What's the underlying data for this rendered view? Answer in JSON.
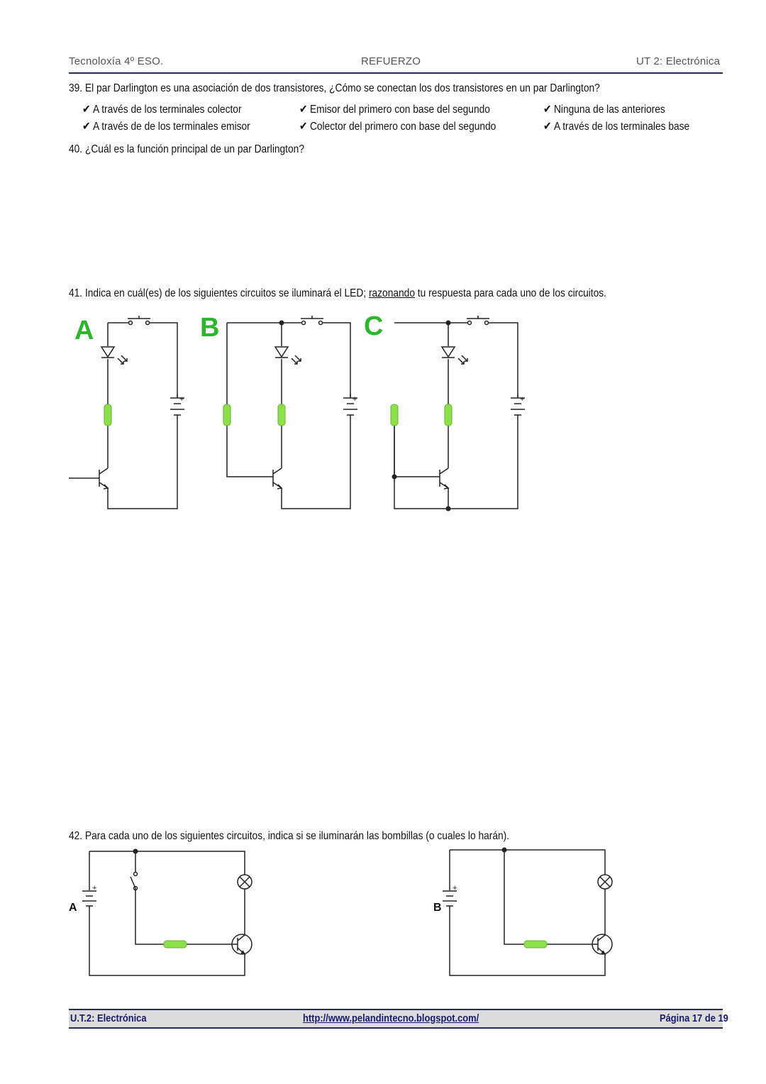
{
  "header": {
    "left": "Tecnoloxía 4º ESO.",
    "center": "REFUERZO",
    "right": "UT 2: Electrónica"
  },
  "q39": {
    "text": "39.  El par Darlington es una asociación de dos transistores, ¿Cómo se conectan los dos transistores en un par Darlington?",
    "check": "✔",
    "options": [
      "A través de los terminales colector",
      "Emisor del primero con base del segundo",
      "Ninguna de las anteriores",
      "A través de de los terminales emisor",
      "Colector del primero con base del segundo",
      "A través de los terminales base"
    ]
  },
  "q40": {
    "text": "40.  ¿Cuál es la función principal de un par Darlington?"
  },
  "q41": {
    "prefix": "41.  Indica en cuál(es) de los siguientes circuitos se iluminará el LED; ",
    "underlined": "razonando",
    "suffix": " tu respuesta para cada uno de los circuitos.",
    "labels": [
      "A",
      "B",
      "C"
    ]
  },
  "q42": {
    "text": "42.  Para cada uno de los siguientes circuitos, indica si se iluminarán las bombillas (o cuales lo harán).",
    "labels": [
      "A",
      "B"
    ]
  },
  "footer": {
    "left": "U.T.2: Electrónica",
    "center": "http://www.pelandintecno.blogspot.com/",
    "right": "Página 17 de 19"
  },
  "colors": {
    "rule": "#2a2a6a",
    "resistor": "#8ee04a",
    "label_green": "#2db52d",
    "footer_bg": "#dcdcdc"
  }
}
